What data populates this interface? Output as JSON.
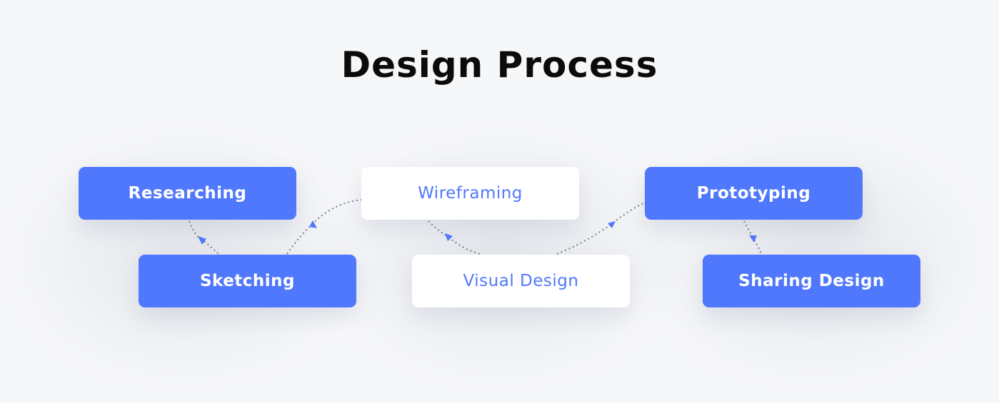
{
  "title": "Design Process",
  "steps": [
    {
      "label": "Researching",
      "style": "filled"
    },
    {
      "label": "Sketching",
      "style": "filled"
    },
    {
      "label": "Wireframing",
      "style": "outline"
    },
    {
      "label": "Visual Design",
      "style": "outline"
    },
    {
      "label": "Prototyping",
      "style": "filled"
    },
    {
      "label": "Sharing Design",
      "style": "filled"
    }
  ],
  "colors": {
    "accent": "#5078fc",
    "connector": "#7a7f8c",
    "background": "#f6f7f9"
  }
}
